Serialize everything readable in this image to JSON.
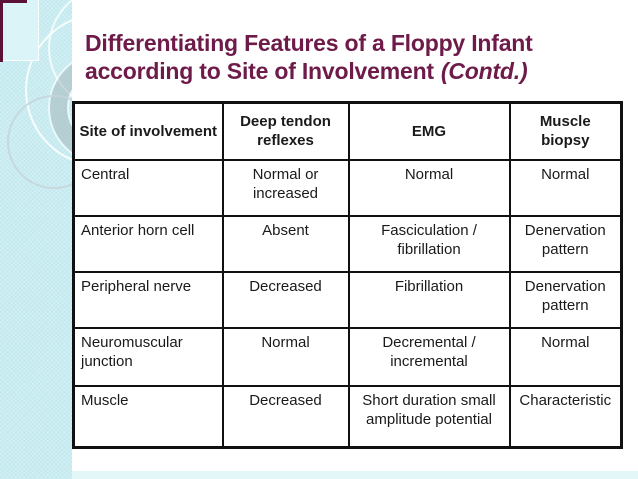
{
  "slide": {
    "title": {
      "line1": "Differentiating Features of a Floppy Infant",
      "line2": "according to Site of Involvement",
      "suffix": "(Contd.)"
    }
  },
  "table": {
    "headers": [
      "Site of involvement",
      "Deep tendon reflexes",
      "EMG",
      "Muscle biopsy"
    ],
    "rows": [
      [
        "Central",
        "Normal or increased",
        "Normal",
        "Normal"
      ],
      [
        "Anterior horn cell",
        "Absent",
        "Fasciculation / fibrillation",
        "Denervation pattern"
      ],
      [
        "Peripheral nerve",
        "Decreased",
        "Fibrillation",
        "Denervation pattern"
      ],
      [
        "Neuromuscular junction",
        "Normal",
        "Decremental / incremental",
        "Normal"
      ],
      [
        "Muscle",
        "Decreased",
        "Short duration small amplitude potential",
        "Characteristic"
      ]
    ]
  },
  "colors": {
    "title_text": "#6e1b4a",
    "accent_maroon": "#5c1238",
    "band_cyan": "#c9edf2",
    "table_border": "#111111",
    "cell_text": "#1a1a1a",
    "background": "#ffffff"
  }
}
